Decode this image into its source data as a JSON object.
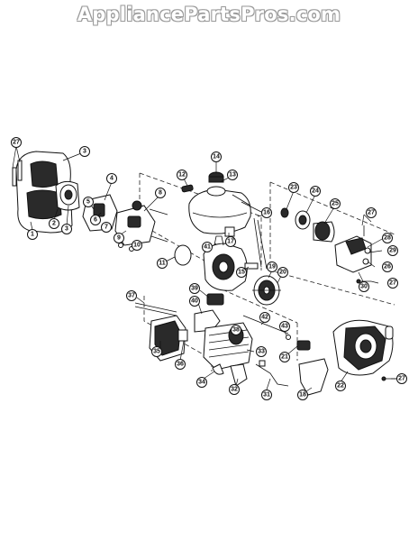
{
  "watermark": "AppliancePartsPros.com",
  "callouts": [
    {
      "label": "1"
    },
    {
      "label": "2"
    },
    {
      "label": "3"
    },
    {
      "label": "3"
    },
    {
      "label": "4"
    },
    {
      "label": "5"
    },
    {
      "label": "6"
    },
    {
      "label": "7"
    },
    {
      "label": "8"
    },
    {
      "label": "9"
    },
    {
      "label": "10"
    },
    {
      "label": "11"
    },
    {
      "label": "12"
    },
    {
      "label": "13"
    },
    {
      "label": "14"
    },
    {
      "label": "15"
    },
    {
      "label": "16"
    },
    {
      "label": "17"
    },
    {
      "label": "18"
    },
    {
      "label": "19"
    },
    {
      "label": "20"
    },
    {
      "label": "21"
    },
    {
      "label": "22"
    },
    {
      "label": "23"
    },
    {
      "label": "24"
    },
    {
      "label": "25"
    },
    {
      "label": "26"
    },
    {
      "label": "27"
    },
    {
      "label": "27"
    },
    {
      "label": "27"
    },
    {
      "label": "27"
    },
    {
      "label": "28"
    },
    {
      "label": "29"
    },
    {
      "label": "30"
    },
    {
      "label": "31"
    },
    {
      "label": "32"
    },
    {
      "label": "33"
    },
    {
      "label": "34"
    },
    {
      "label": "35"
    },
    {
      "label": "36"
    },
    {
      "label": "37"
    },
    {
      "label": "38"
    },
    {
      "label": "39"
    },
    {
      "label": "40"
    },
    {
      "label": "41"
    },
    {
      "label": "42"
    },
    {
      "label": "43"
    }
  ]
}
